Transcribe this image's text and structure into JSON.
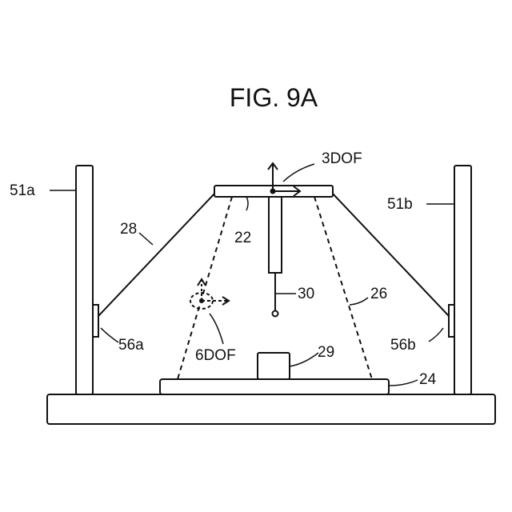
{
  "figure": {
    "title": "FIG. 9A",
    "labels": {
      "post_left": "51a",
      "post_right": "51b",
      "cable": "28",
      "platform": "22",
      "dof3": "3DOF",
      "probe": "30",
      "cone": "26",
      "sensor_left": "56a",
      "sensor_right": "56b",
      "dof6": "6DOF",
      "object": "29",
      "stage": "24"
    }
  }
}
